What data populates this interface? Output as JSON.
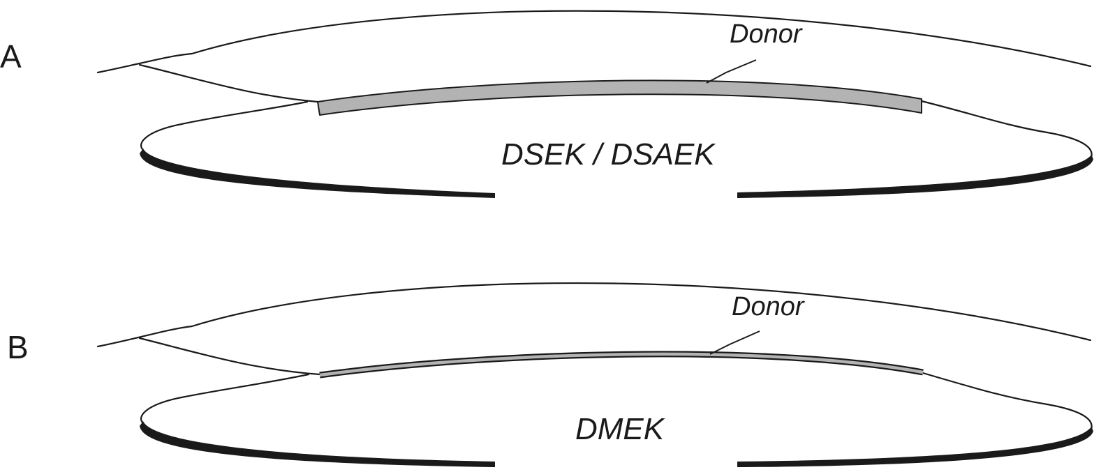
{
  "panels": [
    {
      "letter": "A",
      "donor_label": "Donor",
      "procedure_label": "DSEK / DSAEK",
      "graft_thickness": "thick"
    },
    {
      "letter": "B",
      "donor_label": "Donor",
      "procedure_label": "DMEK",
      "graft_thickness": "thin"
    }
  ],
  "colors": {
    "line": "#1a1a1a",
    "donor_fill": "#b3b3b3",
    "background": "#ffffff"
  }
}
